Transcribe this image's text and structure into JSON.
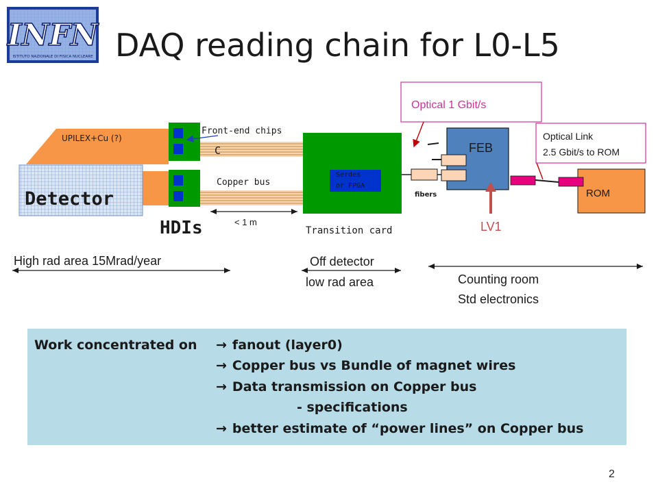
{
  "title": "DAQ reading chain for L0-L5",
  "logo": {
    "text": "INFN",
    "subtext": "ISTITUTO NAZIONALE DI FISICA NUCLEARE",
    "icon": "infn-logo-icon"
  },
  "diagram": {
    "upilex_label": "UPILEX+Cu (?)",
    "detector_label": "Detector",
    "frontend_label": "Front-end chips",
    "c_label": "C",
    "copper_bus_label": "Copper bus",
    "hdis_label": "HDIs",
    "distance_label": "< 1 m",
    "transition_card_label": "Transition card",
    "serdes_line1": "Serdes",
    "serdes_line2": "or FPGA",
    "fibers_label": "fibers",
    "feb_label": "FEB",
    "lv1_label": "LV1",
    "rom_label": "ROM",
    "optical1_label": "Optical 1 Gbit/s",
    "optical_link_line1": "Optical Link",
    "optical_link_line2": "2.5 Gbit/s to ROM"
  },
  "zones": {
    "high_rad": "High rad area 15Mrad/year",
    "off_detector_line1": "Off detector",
    "off_detector_line2": "low rad area",
    "counting_line1": "Counting room",
    "counting_line2": "Std electronics"
  },
  "work": {
    "lead": "Work concentrated on",
    "arrow_glyph": "→",
    "items": [
      {
        "text": "fanout (layer0)",
        "arrow": true
      },
      {
        "text": "Copper bus vs Bundle of magnet wires",
        "arrow": true
      },
      {
        "text": "Data transmission on Copper bus",
        "arrow": true
      },
      {
        "text": "- specifications",
        "arrow": false
      },
      {
        "text": "better estimate of “power lines” on Copper bus",
        "arrow": true
      }
    ]
  },
  "page_number": "2",
  "colors": {
    "orange": "#f79646",
    "green": "#009900",
    "feb_blue": "#4f81bd",
    "detector_blue": "#c5d9f1",
    "lv1_red": "#c0504d",
    "magenta": "#cc3399",
    "connector_pink": "#e6007e",
    "work_bg": "#b7dbe7"
  }
}
